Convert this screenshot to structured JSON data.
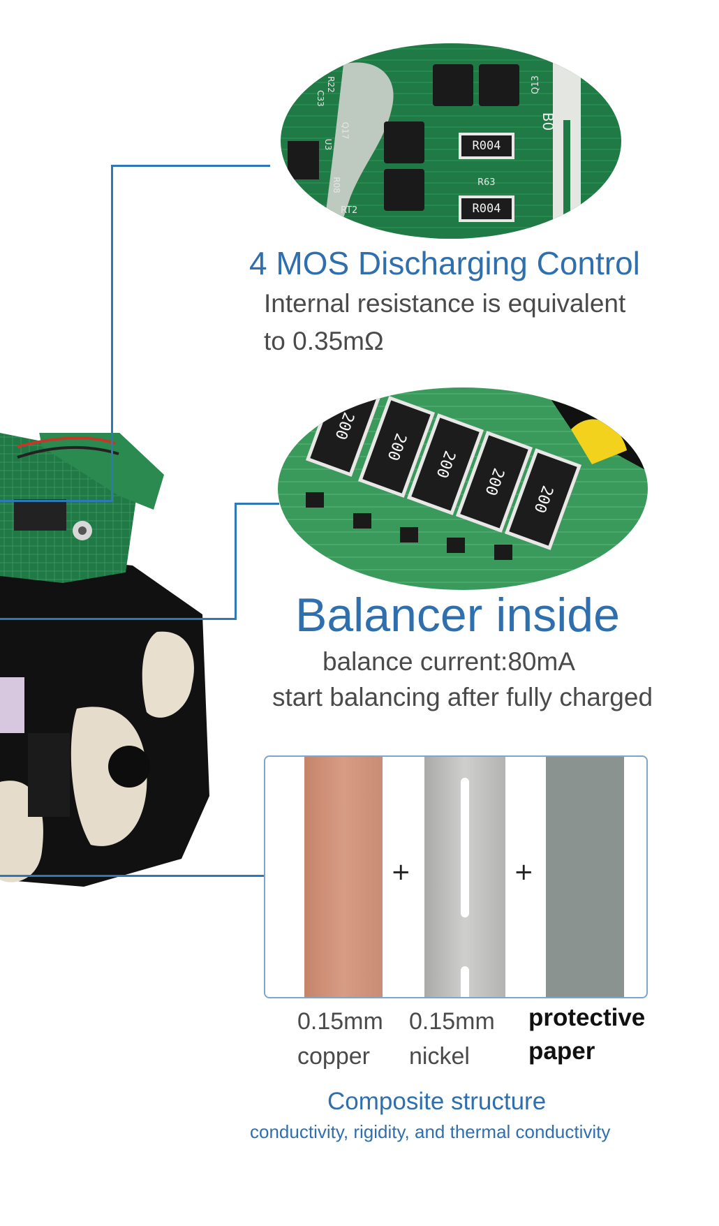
{
  "mos_section": {
    "title": "4 MOS Discharging Control",
    "line1": "Internal resistance is equivalent",
    "line2": "to 0.35mΩ",
    "photo_labels": [
      "R004",
      "R004",
      "R63",
      "Q13",
      "B0",
      "Q17",
      "U3",
      "RT2",
      "R22",
      "C33",
      "R08"
    ]
  },
  "balancer_section": {
    "title": "Balancer inside",
    "line1": "balance current:80mA",
    "line2": "start balancing after fully charged",
    "resistor_values": [
      "200",
      "200",
      "200",
      "200",
      "200"
    ]
  },
  "composite_section": {
    "layers": [
      {
        "thickness": "0.15mm",
        "material": "copper",
        "color": "#c98c74"
      },
      {
        "thickness": "0.15mm",
        "material": "nickel",
        "color": "#b9b9b7"
      },
      {
        "thickness": "protective",
        "material": "paper",
        "color": "#8a938f"
      }
    ],
    "plus_sign": "+",
    "title": "Composite  structure",
    "subtitle": "conductivity, rigidity, and thermal conductivity"
  },
  "colors": {
    "accent_blue": "#2f6fad",
    "connector_blue": "#2f78b8",
    "pcb_green": "#1f7a45"
  }
}
